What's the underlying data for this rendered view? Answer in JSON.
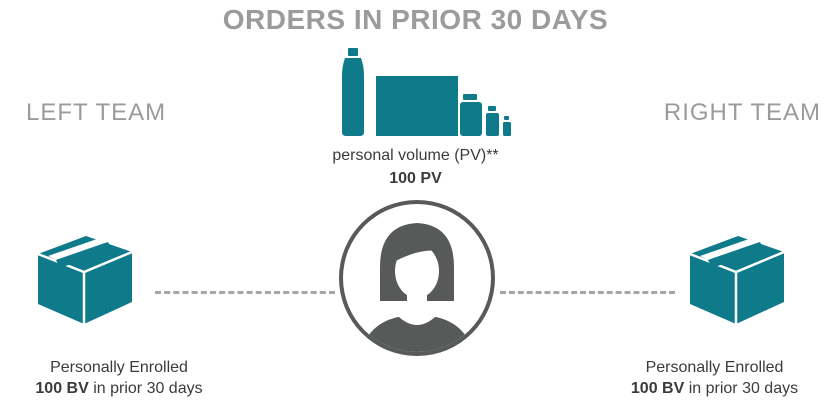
{
  "title": "ORDERS IN PRIOR 30 DAYS",
  "teams": {
    "left": "LEFT TEAM",
    "right": "RIGHT TEAM"
  },
  "personal_volume": {
    "label": "personal volume (PV)**",
    "value": "100 PV"
  },
  "left_member": {
    "line1": "Personally Enrolled",
    "bv_value": "100 BV",
    "bv_suffix": " in prior 30 days"
  },
  "right_member": {
    "line1": "Personally Enrolled",
    "bv_value": "100 BV",
    "bv_suffix": " in prior 30 days"
  },
  "colors": {
    "teal": "#0f7b8a",
    "dark_gray": "#575a59",
    "title_gray": "#9b9b9b",
    "text": "#3b3b3b"
  },
  "icons": [
    "products-icon",
    "person-avatar-icon",
    "box-icon"
  ]
}
